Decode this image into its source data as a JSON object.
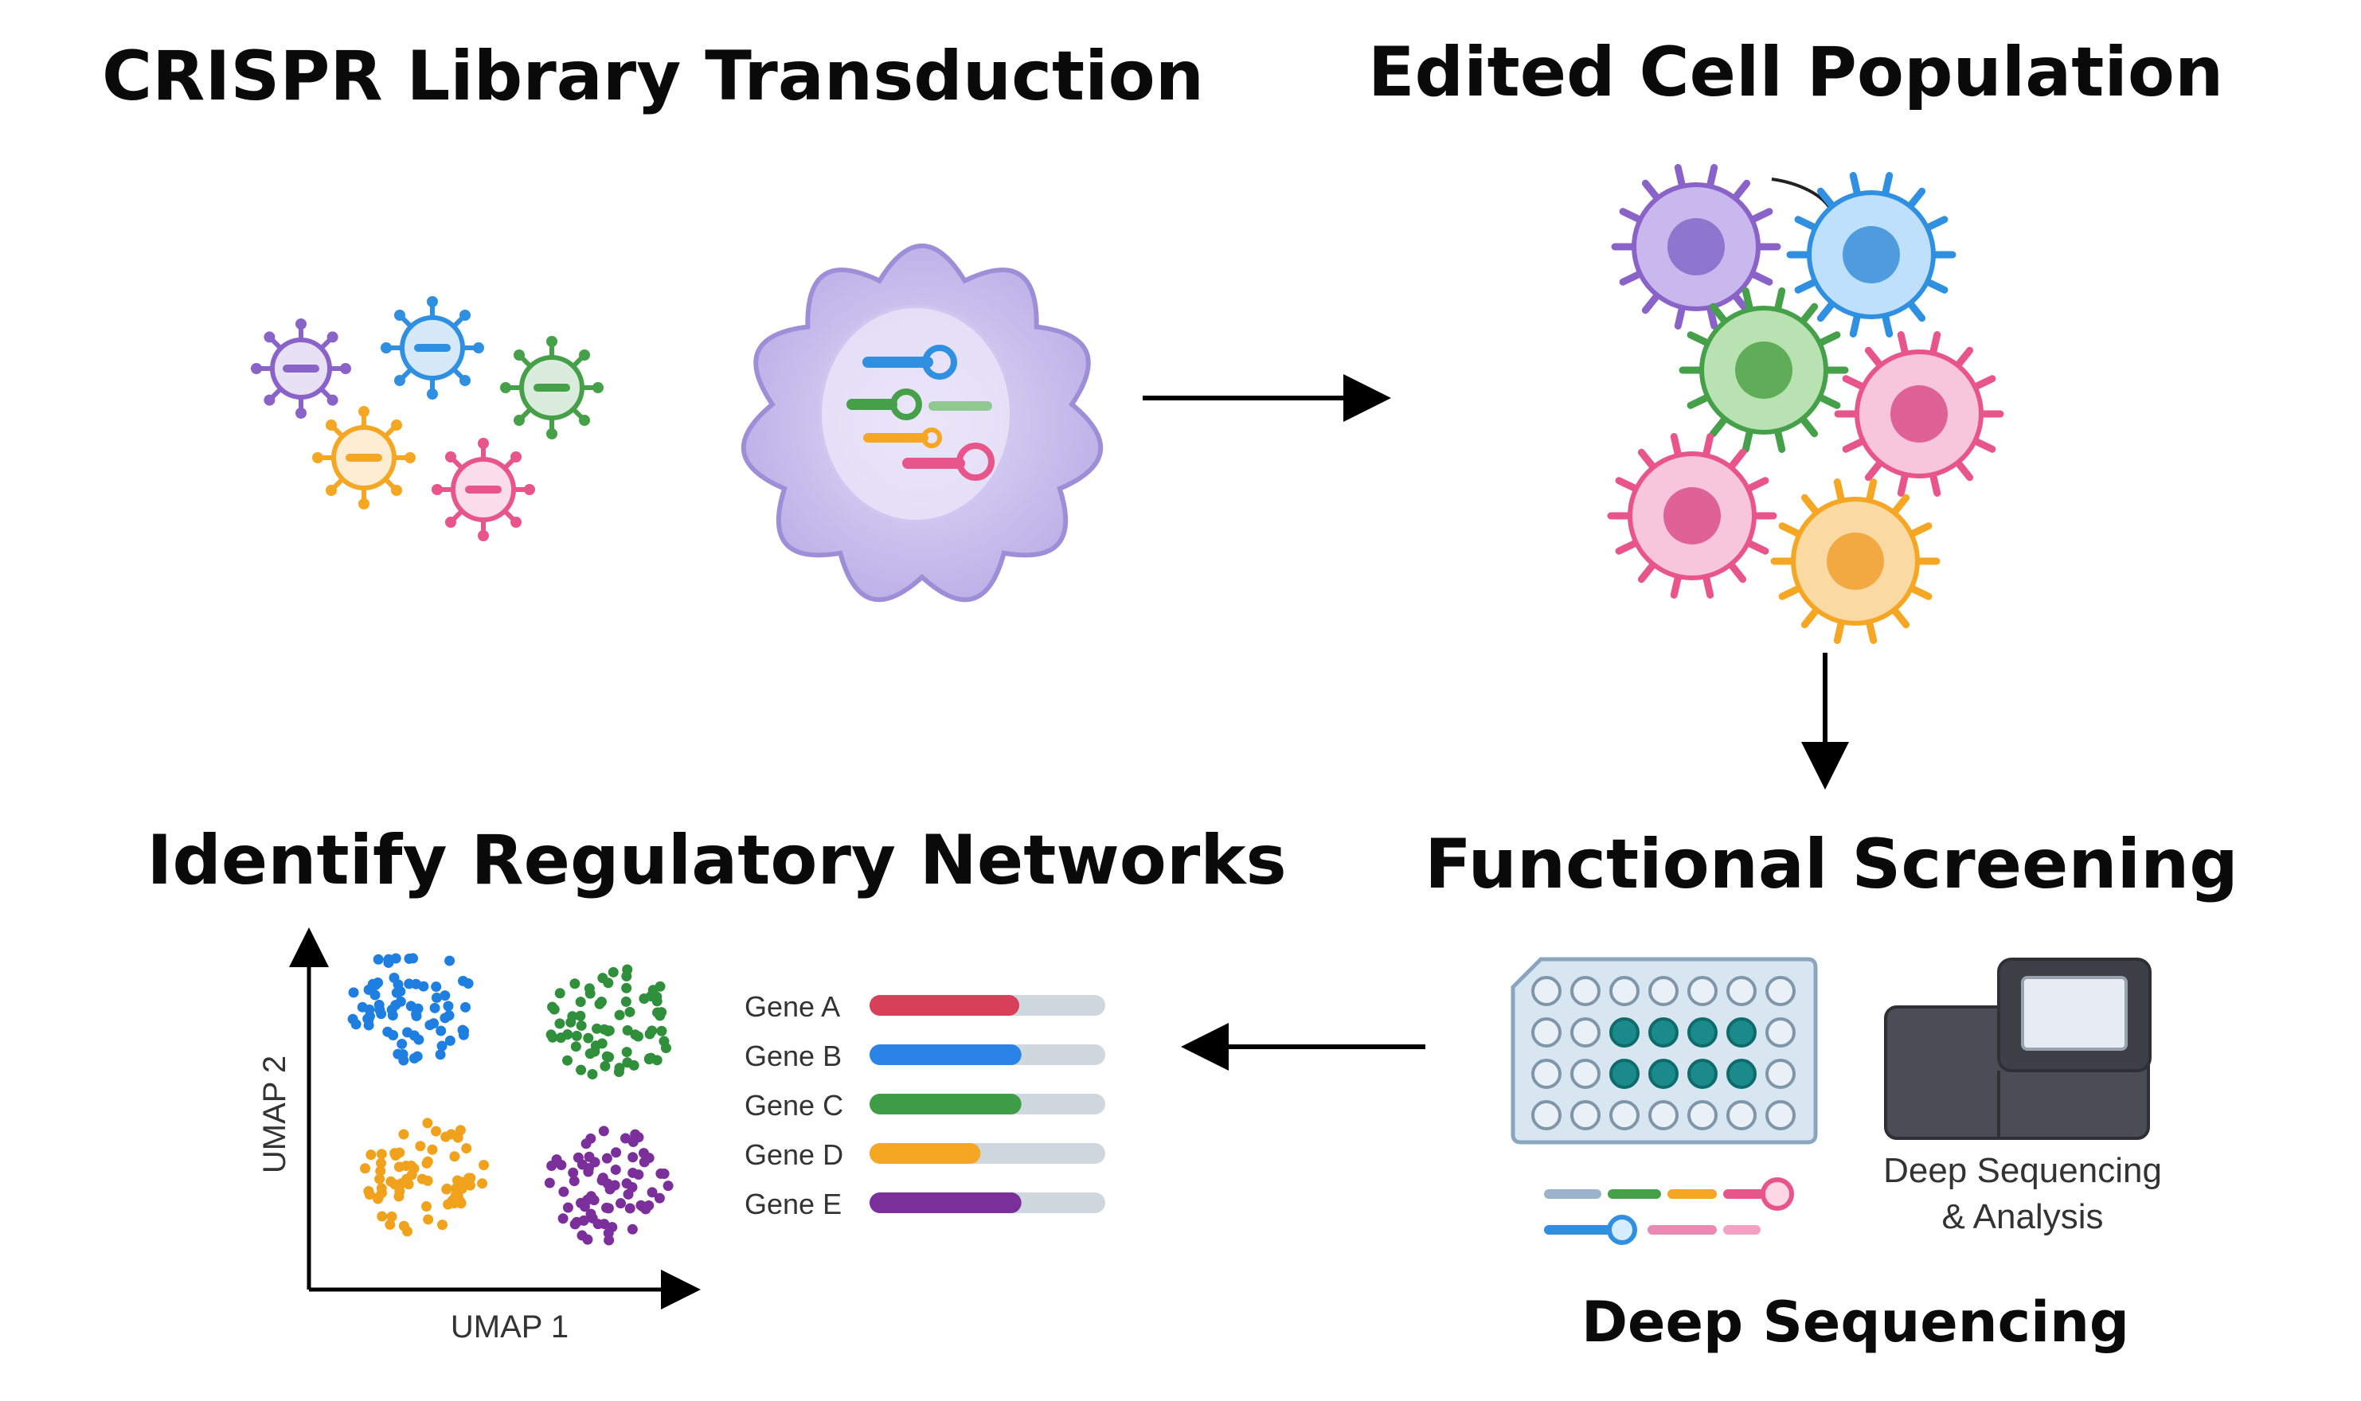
{
  "titles": {
    "transduction": "CRISPR Library Transduction",
    "edited": "Edited Cell Population",
    "screening": "Functional Screening",
    "networks": "Identify Regulatory Networks"
  },
  "umap": {
    "xlabel": "UMAP 1",
    "ylabel": "UMAP 2",
    "clusters": [
      {
        "name": "blue",
        "color": "#1e7fe0"
      },
      {
        "name": "green",
        "color": "#2f8f3a"
      },
      {
        "name": "orange",
        "color": "#f0a21c"
      },
      {
        "name": "purple",
        "color": "#7b2f9b"
      }
    ]
  },
  "genes": [
    {
      "label": "Gene A",
      "fraction": 0.6,
      "color": "#d8405a"
    },
    {
      "label": "Gene B",
      "fraction": 0.61,
      "color": "#2a84e6"
    },
    {
      "label": "Gene C",
      "fraction": 0.61,
      "color": "#3e9e48"
    },
    {
      "label": "Gene D",
      "fraction": 0.42,
      "color": "#f5a623"
    },
    {
      "label": "Gene E",
      "fraction": 0.61,
      "color": "#7b2f9b"
    }
  ],
  "sequencer": {
    "line1": "Deep Sequencing",
    "line2": "& Analysis"
  },
  "deep_sequencing": "Deep Sequencing",
  "colors": {
    "purple": "#8a63c9",
    "blue": "#2f8fe0",
    "green": "#45a049",
    "orange": "#f5a623",
    "pink": "#e8558a",
    "teal": "#1a8a8a"
  }
}
